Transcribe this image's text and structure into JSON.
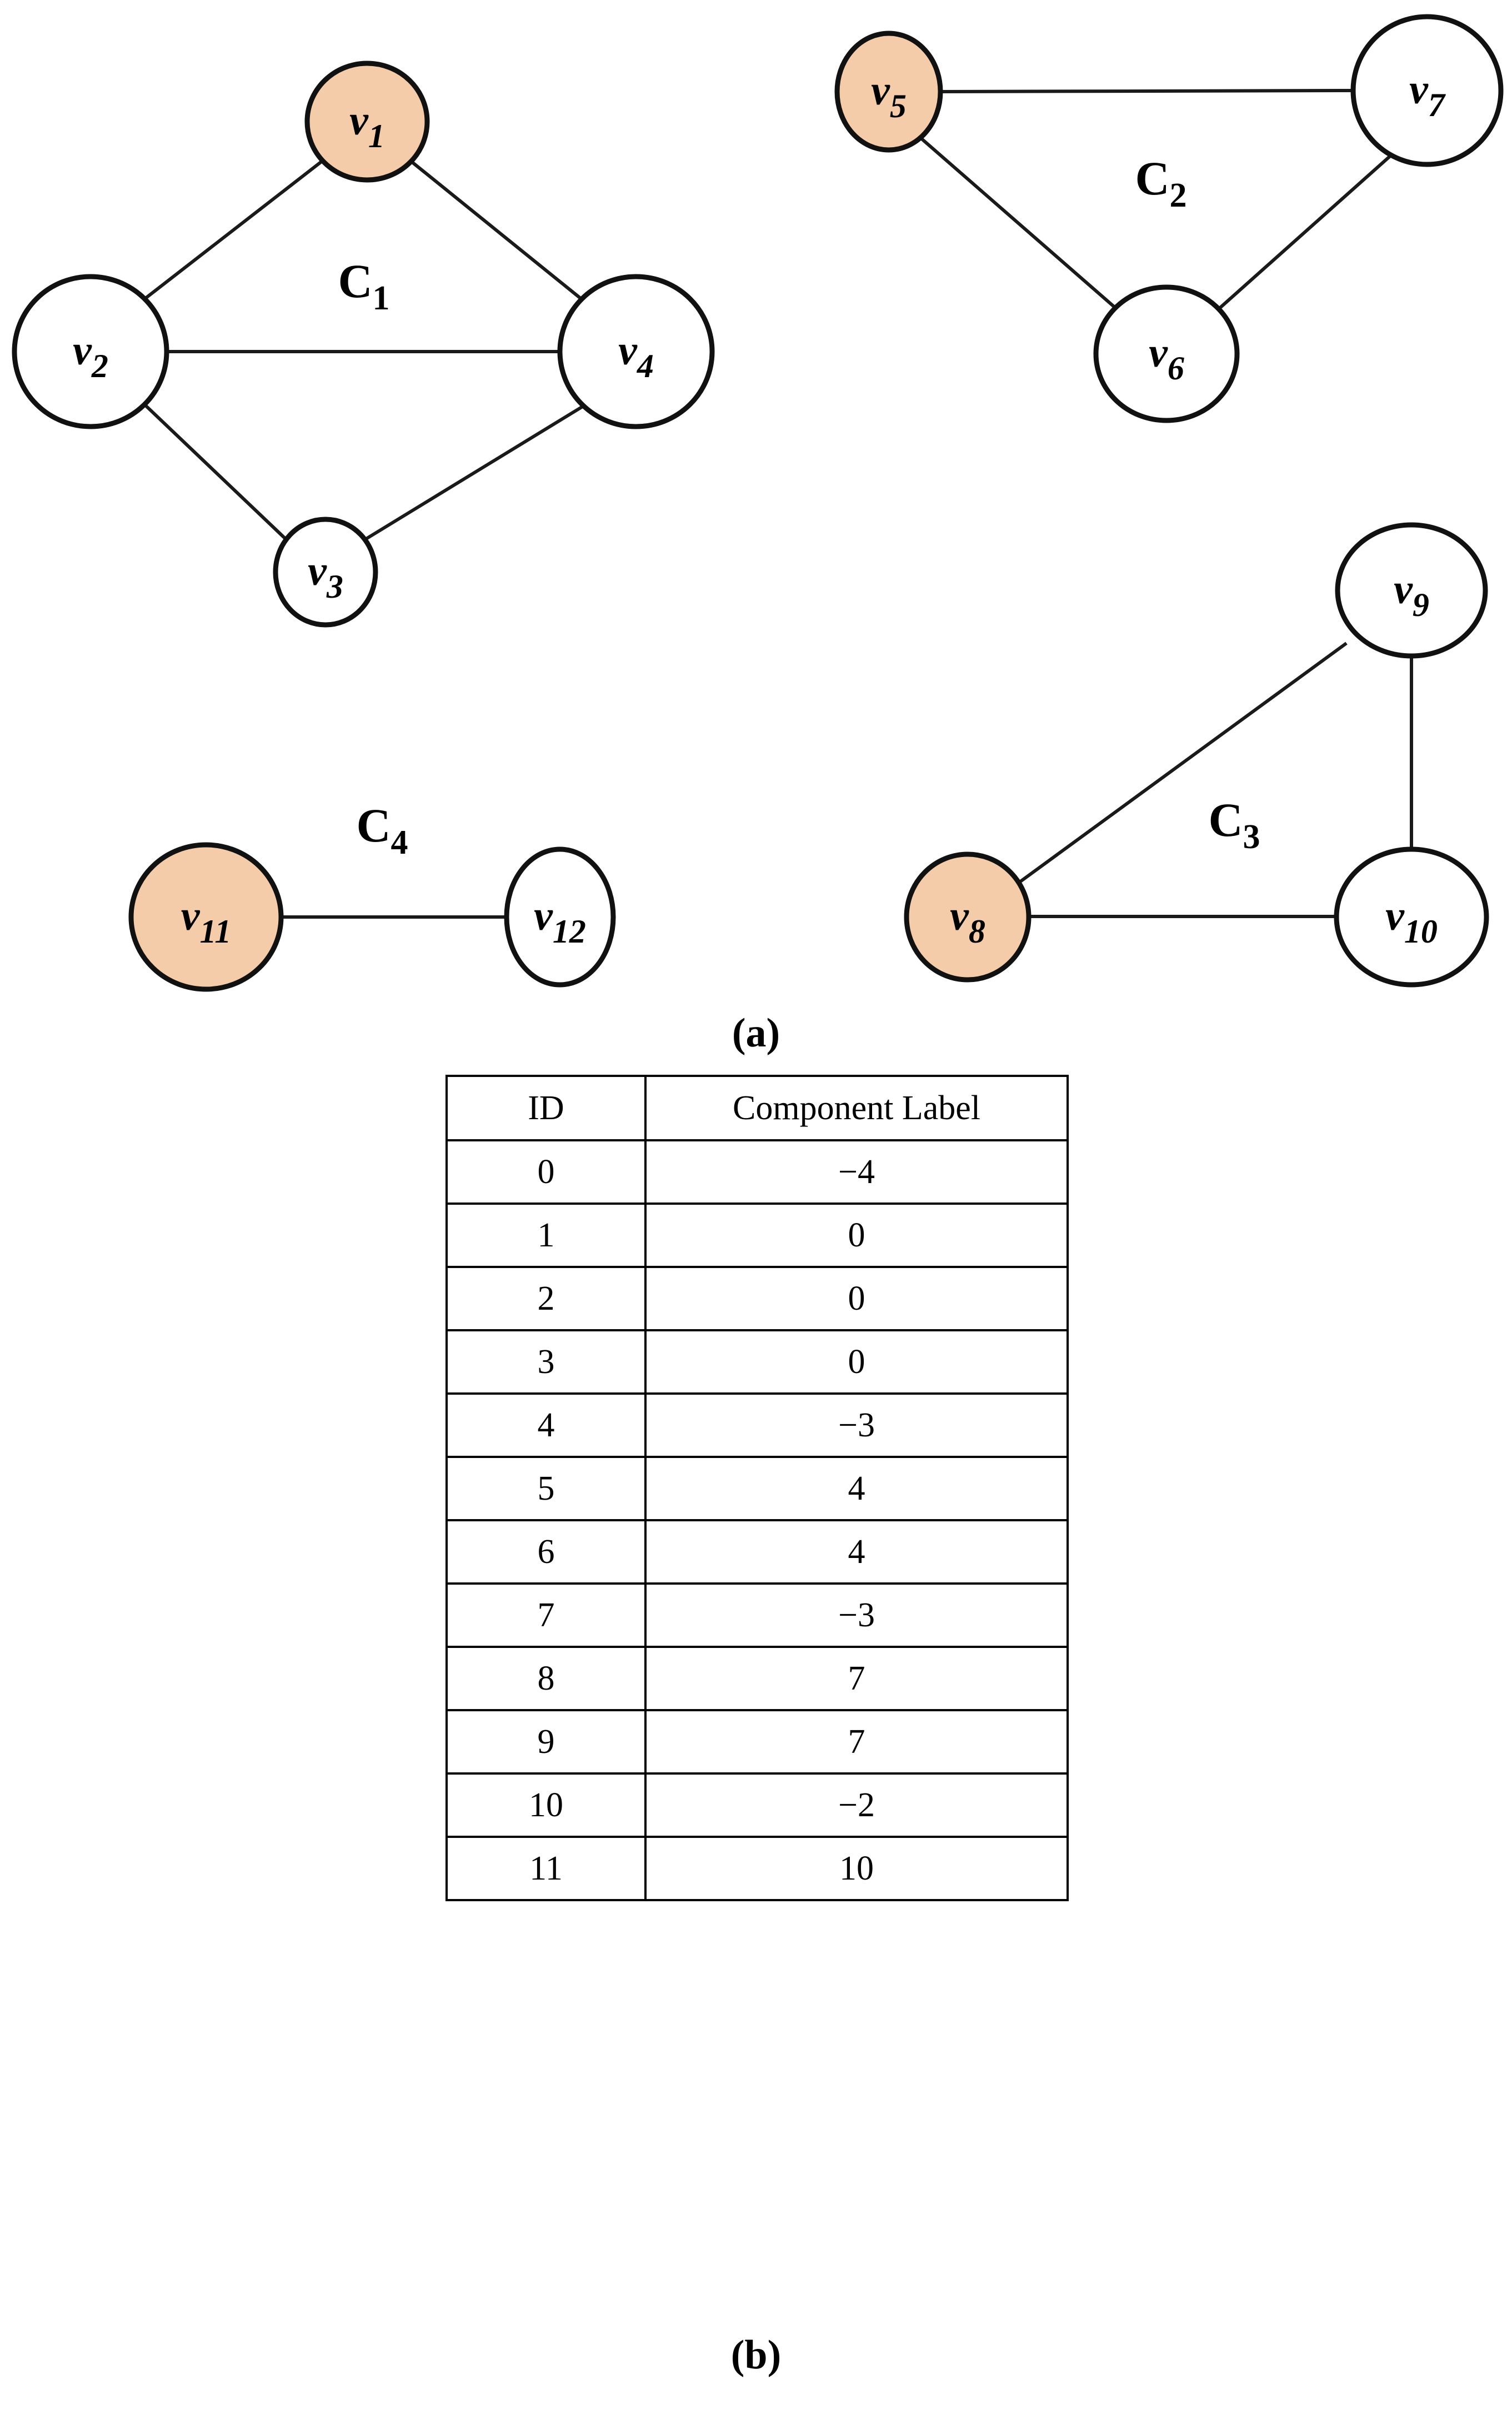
{
  "figure": {
    "caption_a": "(a)",
    "caption_b": "(b)",
    "accent_color": "#F5CCAA",
    "node_outline_color": "#111111",
    "edge_color": "#1a1a1a"
  },
  "graph": {
    "components": [
      {
        "id": "C1",
        "label": "C",
        "sub": "1"
      },
      {
        "id": "C2",
        "label": "C",
        "sub": "2"
      },
      {
        "id": "C3",
        "label": "C",
        "sub": "3"
      },
      {
        "id": "C4",
        "label": "C",
        "sub": "4"
      }
    ],
    "nodes": [
      {
        "id": "v1",
        "label": "v",
        "sub": "1",
        "highlighted": true,
        "component": "C1"
      },
      {
        "id": "v2",
        "label": "v",
        "sub": "2",
        "highlighted": false,
        "component": "C1"
      },
      {
        "id": "v3",
        "label": "v",
        "sub": "3",
        "highlighted": false,
        "component": "C1"
      },
      {
        "id": "v4",
        "label": "v",
        "sub": "4",
        "highlighted": false,
        "component": "C1"
      },
      {
        "id": "v5",
        "label": "v",
        "sub": "5",
        "highlighted": true,
        "component": "C2"
      },
      {
        "id": "v6",
        "label": "v",
        "sub": "6",
        "highlighted": false,
        "component": "C2"
      },
      {
        "id": "v7",
        "label": "v",
        "sub": "7",
        "highlighted": false,
        "component": "C2"
      },
      {
        "id": "v8",
        "label": "v",
        "sub": "8",
        "highlighted": true,
        "component": "C3"
      },
      {
        "id": "v9",
        "label": "v",
        "sub": "9",
        "highlighted": false,
        "component": "C3"
      },
      {
        "id": "v10",
        "label": "v",
        "sub": "10",
        "highlighted": false,
        "component": "C3"
      },
      {
        "id": "v11",
        "label": "v",
        "sub": "11",
        "highlighted": true,
        "component": "C4"
      },
      {
        "id": "v12",
        "label": "v",
        "sub": "12",
        "highlighted": false,
        "component": "C4"
      }
    ],
    "edges": [
      [
        "v1",
        "v2"
      ],
      [
        "v1",
        "v4"
      ],
      [
        "v2",
        "v4"
      ],
      [
        "v2",
        "v3"
      ],
      [
        "v3",
        "v4"
      ],
      [
        "v5",
        "v7"
      ],
      [
        "v5",
        "v6"
      ],
      [
        "v6",
        "v7"
      ],
      [
        "v8",
        "v9"
      ],
      [
        "v8",
        "v10"
      ],
      [
        "v9",
        "v10"
      ],
      [
        "v11",
        "v12"
      ]
    ]
  },
  "table": {
    "headers": [
      "ID",
      "Component Label"
    ],
    "rows": [
      {
        "id": "0",
        "component_label": "−4"
      },
      {
        "id": "1",
        "component_label": "0"
      },
      {
        "id": "2",
        "component_label": "0"
      },
      {
        "id": "3",
        "component_label": "0"
      },
      {
        "id": "4",
        "component_label": "−3"
      },
      {
        "id": "5",
        "component_label": "4"
      },
      {
        "id": "6",
        "component_label": "4"
      },
      {
        "id": "7",
        "component_label": "−3"
      },
      {
        "id": "8",
        "component_label": "7"
      },
      {
        "id": "9",
        "component_label": "7"
      },
      {
        "id": "10",
        "component_label": "−2"
      },
      {
        "id": "11",
        "component_label": "10"
      }
    ]
  }
}
